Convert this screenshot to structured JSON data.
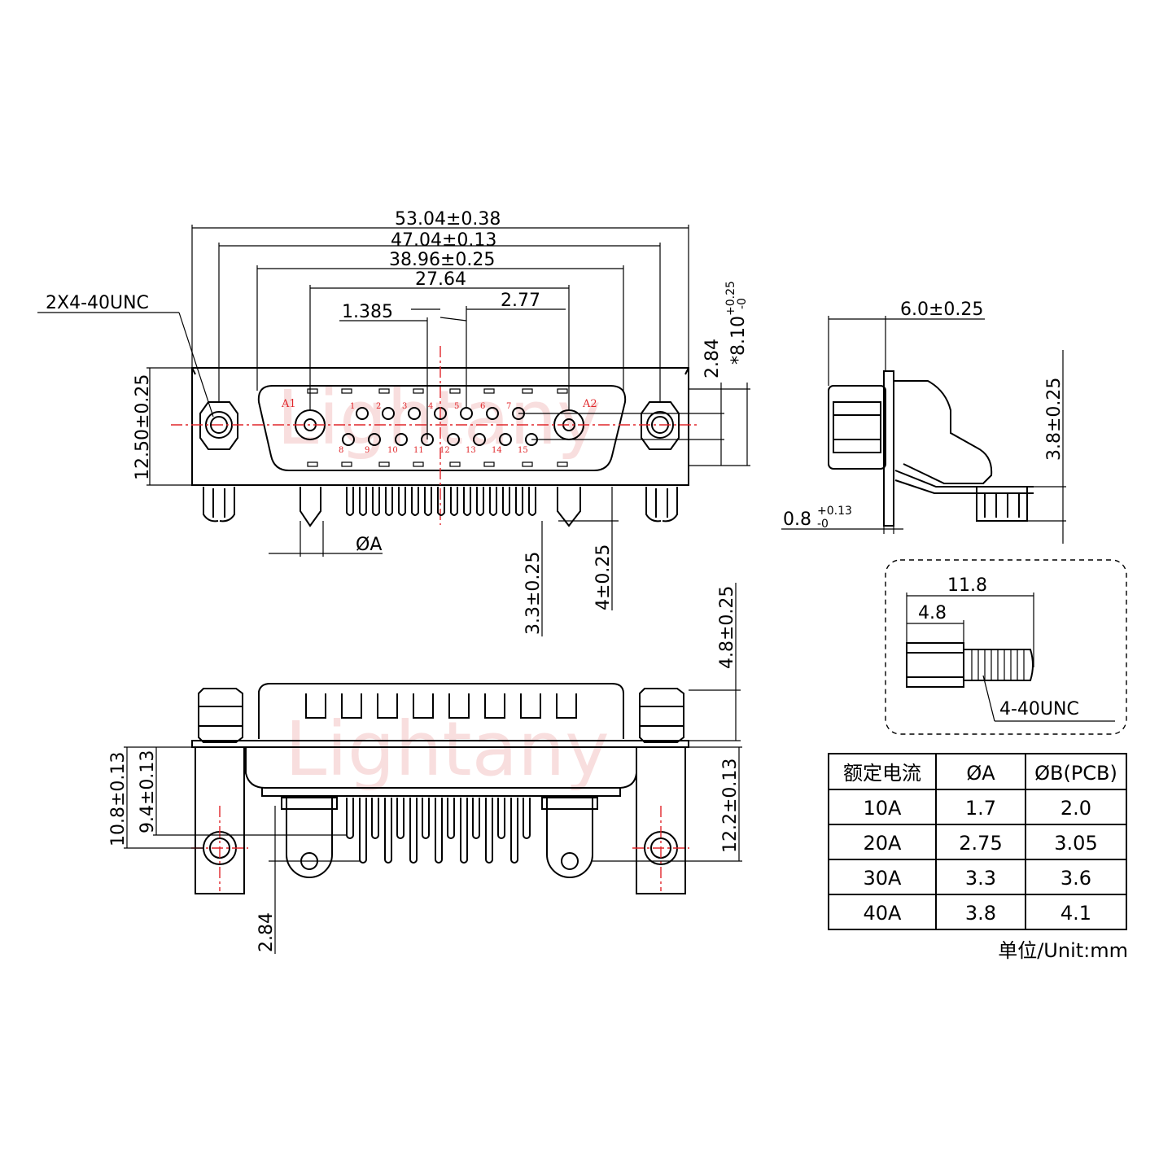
{
  "front_view": {
    "dim_overall": "53.04±0.38",
    "dim_mount_holes": "47.04±0.13",
    "dim_shell": "38.96±0.25",
    "dim_contacts": "27.64",
    "dim_half_pitch": "1.385",
    "dim_pitch": "2.77",
    "dim_height": "12.50±0.25",
    "dim_row_spacing": "2.84",
    "dim_depth": "*8.10",
    "dim_depth_tol_plus": "+0.25",
    "dim_depth_tol_minus": "-0",
    "thread_callout": "2X4-40UNC",
    "dim_pin_length": "3.3±0.25",
    "dim_post_length": "4±0.25",
    "phi_a": "ØA",
    "coax_a1": "A1",
    "coax_a2": "A2",
    "pin_numbers_row1": [
      "1",
      "2",
      "3",
      "4",
      "5",
      "6",
      "7"
    ],
    "pin_numbers_row2": [
      "8",
      "9",
      "10",
      "11",
      "12",
      "13",
      "14",
      "15"
    ]
  },
  "side_view": {
    "dim_flange": "6.0±0.25",
    "dim_offset": "3.8±0.25",
    "dim_thickness": "0.8",
    "dim_thickness_tol_plus": "+0.13",
    "dim_thickness_tol_minus": "-0"
  },
  "bottom_view": {
    "dim_boss": "4.8±0.25",
    "dim_outer_row": "10.8±0.13",
    "dim_inner_row": "9.4±0.13",
    "dim_pcb_hole": "12.2±0.13",
    "dim_row_gap": "2.84"
  },
  "screw_detail": {
    "dim_total": "11.8",
    "dim_hex": "4.8",
    "thread": "4-40UNC"
  },
  "rating_table": {
    "headers": [
      "额定电流",
      "ØA",
      "ØB(PCB)"
    ],
    "rows": [
      [
        "10A",
        "1.7",
        "2.0"
      ],
      [
        "20A",
        "2.75",
        "3.05"
      ],
      [
        "30A",
        "3.3",
        "3.6"
      ],
      [
        "40A",
        "3.8",
        "4.1"
      ]
    ]
  },
  "unit_note": "单位/Unit:mm",
  "watermark": "Lightany"
}
